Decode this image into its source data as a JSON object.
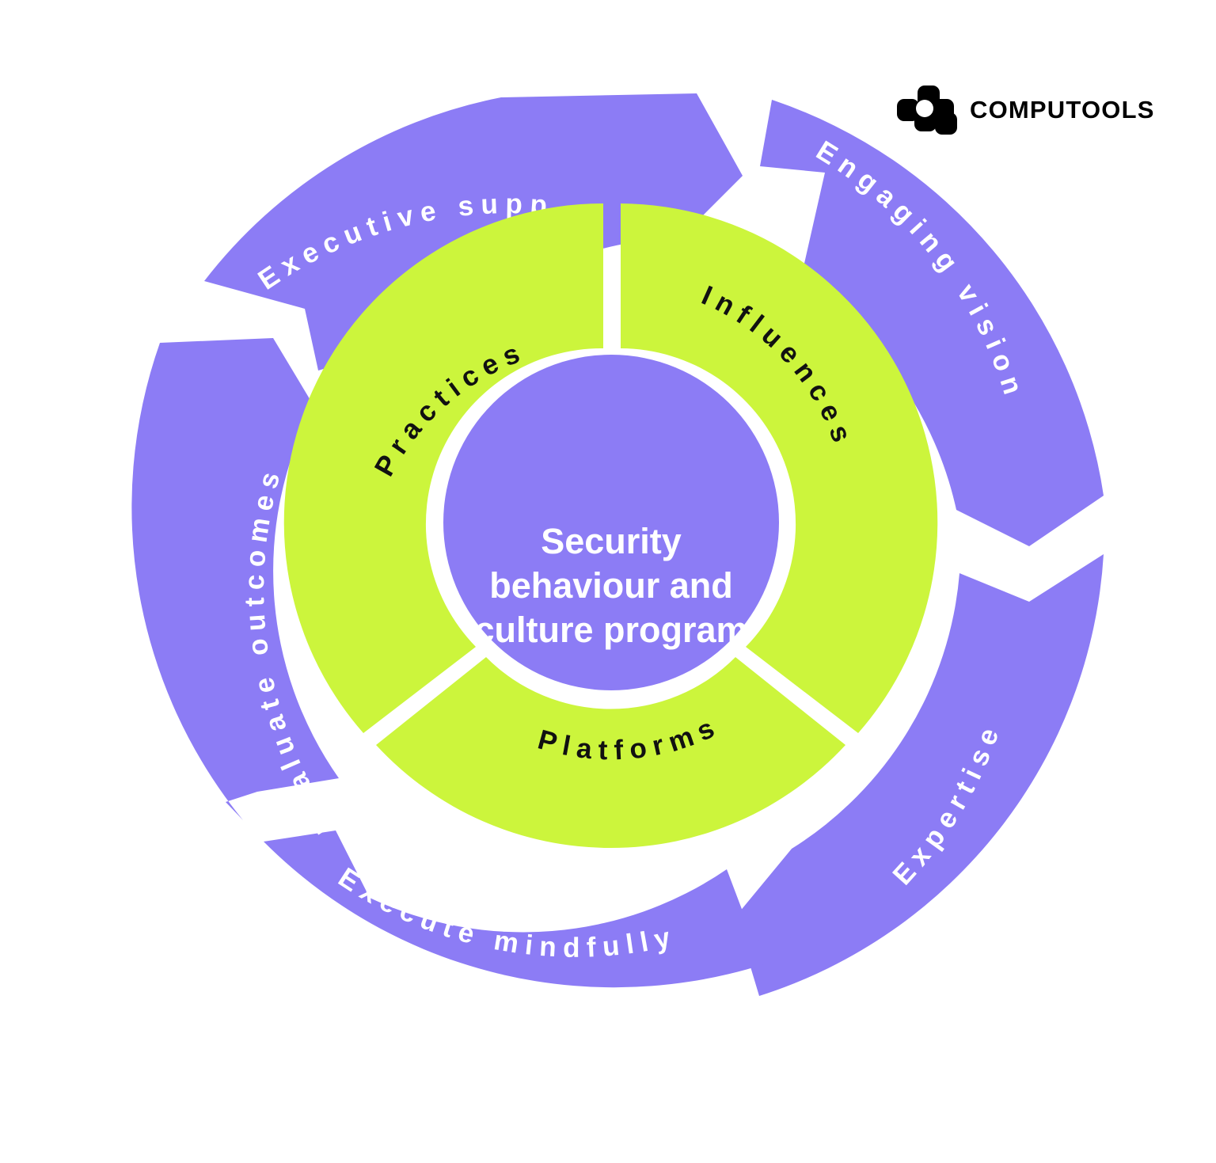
{
  "brand": {
    "name": "COMPUTOOLS",
    "logo_icon": "computools-logo-icon"
  },
  "colors": {
    "green": "#CCF53C",
    "purple": "#8C7CF5",
    "background": "#FFFFFF",
    "outer_label": "#FFFFFF",
    "inner_label": "#111111",
    "center_label": "#FFFFFF"
  },
  "center": {
    "lines": [
      "Security",
      "behaviour and",
      "culture program"
    ],
    "full_text": "Security behaviour and culture program"
  },
  "inner_ring": {
    "segments": [
      {
        "label": "Practices"
      },
      {
        "label": "Influences"
      },
      {
        "label": "Platforms"
      }
    ]
  },
  "outer_ring": {
    "segments": [
      {
        "label": "Executive support"
      },
      {
        "label": "Engaging vision"
      },
      {
        "label": "Expertise"
      },
      {
        "label": "Execute mindfully"
      },
      {
        "label": "Evaluate outcomes"
      }
    ]
  },
  "chart_data": {
    "type": "pie",
    "title": "Security behaviour and culture program",
    "rings": [
      {
        "name": "inner-ring",
        "color": "#CCF53C",
        "categories": [
          "Practices",
          "Influences",
          "Platforms"
        ],
        "values": [
          33.3,
          33.3,
          33.3
        ]
      },
      {
        "name": "outer-ring",
        "color": "#8C7CF5",
        "categories": [
          "Executive support",
          "Engaging vision",
          "Expertise",
          "Execute mindfully",
          "Evaluate outcomes"
        ],
        "values": [
          20,
          20,
          20,
          20,
          20
        ]
      }
    ],
    "legend": "none",
    "grid": false
  }
}
